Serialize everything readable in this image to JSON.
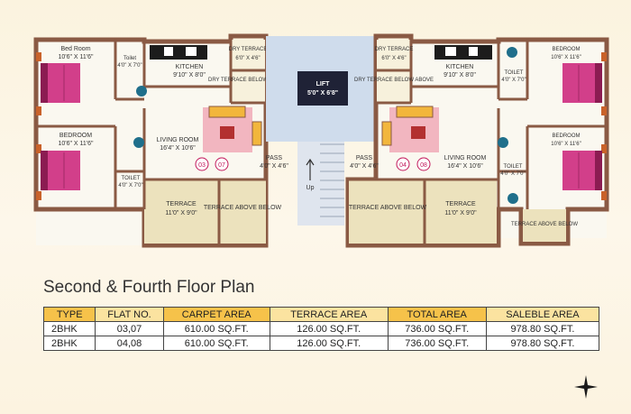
{
  "plan": {
    "left_unit": {
      "bedroom_1": {
        "name": "Bed Room",
        "size": "10'6\" X 11'6\""
      },
      "toilet_1": {
        "name": "Toilet",
        "size": "4'0\" X 7'0\""
      },
      "kitchen": {
        "name": "KITCHEN",
        "size": "9'10\" X 8'0\""
      },
      "dry_terrace": {
        "name": "DRY TERRACE",
        "size": "6'0\" X 4'6\""
      },
      "dry_terrace_below": {
        "name": "DRY TERRACE BELOW ABOVE"
      },
      "bedroom_2": {
        "name": "BEDROOM",
        "size": "10'6\" X 11'6\""
      },
      "living_room": {
        "name": "LIVING ROOM",
        "size": "16'4\" X 10'6\""
      },
      "pass": {
        "name": "PASS",
        "size": "4'0\" X 4'6\""
      },
      "toilet_2": {
        "name": "TOILET",
        "size": "4'0\" X 7'0\""
      },
      "terrace": {
        "name": "TERRACE",
        "size": "11'0\" X 9'0\""
      },
      "terrace_above": {
        "name": "TERRACE ABOVE BELOW"
      },
      "flat_numbers": [
        "03",
        "07"
      ]
    },
    "lift": {
      "name": "LIFT",
      "size": "5'0\" X 6'8\""
    },
    "stair": {
      "label": "Up"
    },
    "right_unit": {
      "dry_terrace": {
        "name": "DRY TERRACE",
        "size": "6'0\" X 4'6\""
      },
      "dry_terrace_below": {
        "name": "DRY TERRACE BELOW ABOVE"
      },
      "kitchen": {
        "name": "KITCHEN",
        "size": "9'10\" X 8'0\""
      },
      "toilet_1": {
        "name": "TOILET",
        "size": "4'0\" X 7'0\""
      },
      "bedroom_1": {
        "name": "BEDROOM",
        "size": "10'6\" X 11'6\""
      },
      "pass": {
        "name": "PASS",
        "size": "4'0\" X 4'6\""
      },
      "living_room": {
        "name": "LIVING ROOM",
        "size": "16'4\" X 10'6\""
      },
      "bedroom_2": {
        "name": "BEDROOM",
        "size": "10'6\" X 11'6\""
      },
      "toilet_2": {
        "name": "TOILET",
        "size": "4'0\" X 7'0\""
      },
      "terrace_above": {
        "name": "TERRACE ABOVE BELOW"
      },
      "terrace": {
        "name": "TERRACE",
        "size": "11'0\" X 9'0\""
      },
      "terrace_above_2": {
        "name": "TERRACE ABOVE BELOW"
      },
      "flat_numbers": [
        "04",
        "08"
      ]
    }
  },
  "title": "Second & Fourth Floor Plan",
  "table": {
    "headers": [
      "TYPE",
      "FLAT NO.",
      "CARPET AREA",
      "TERRACE AREA",
      "TOTAL AREA",
      "SALEBLE AREA"
    ],
    "rows": [
      [
        "2BHK",
        "03,07",
        "610.00 SQ.FT.",
        "126.00 SQ.FT.",
        "736.00 SQ.FT.",
        "978.80 SQ.FT."
      ],
      [
        "2BHK",
        "04,08",
        "610.00 SQ.FT.",
        "126.00 SQ.FT.",
        "736.00 SQ.FT.",
        "978.80 SQ.FT."
      ]
    ]
  },
  "colors": {
    "wall": "#8a5a44",
    "floor": "#faf8f0",
    "terrace": "#ece2bd",
    "lift_bg": "#cfdcec",
    "header": "#f6c24a",
    "bed": "#d23f8a",
    "living": "#f2b6c0"
  }
}
